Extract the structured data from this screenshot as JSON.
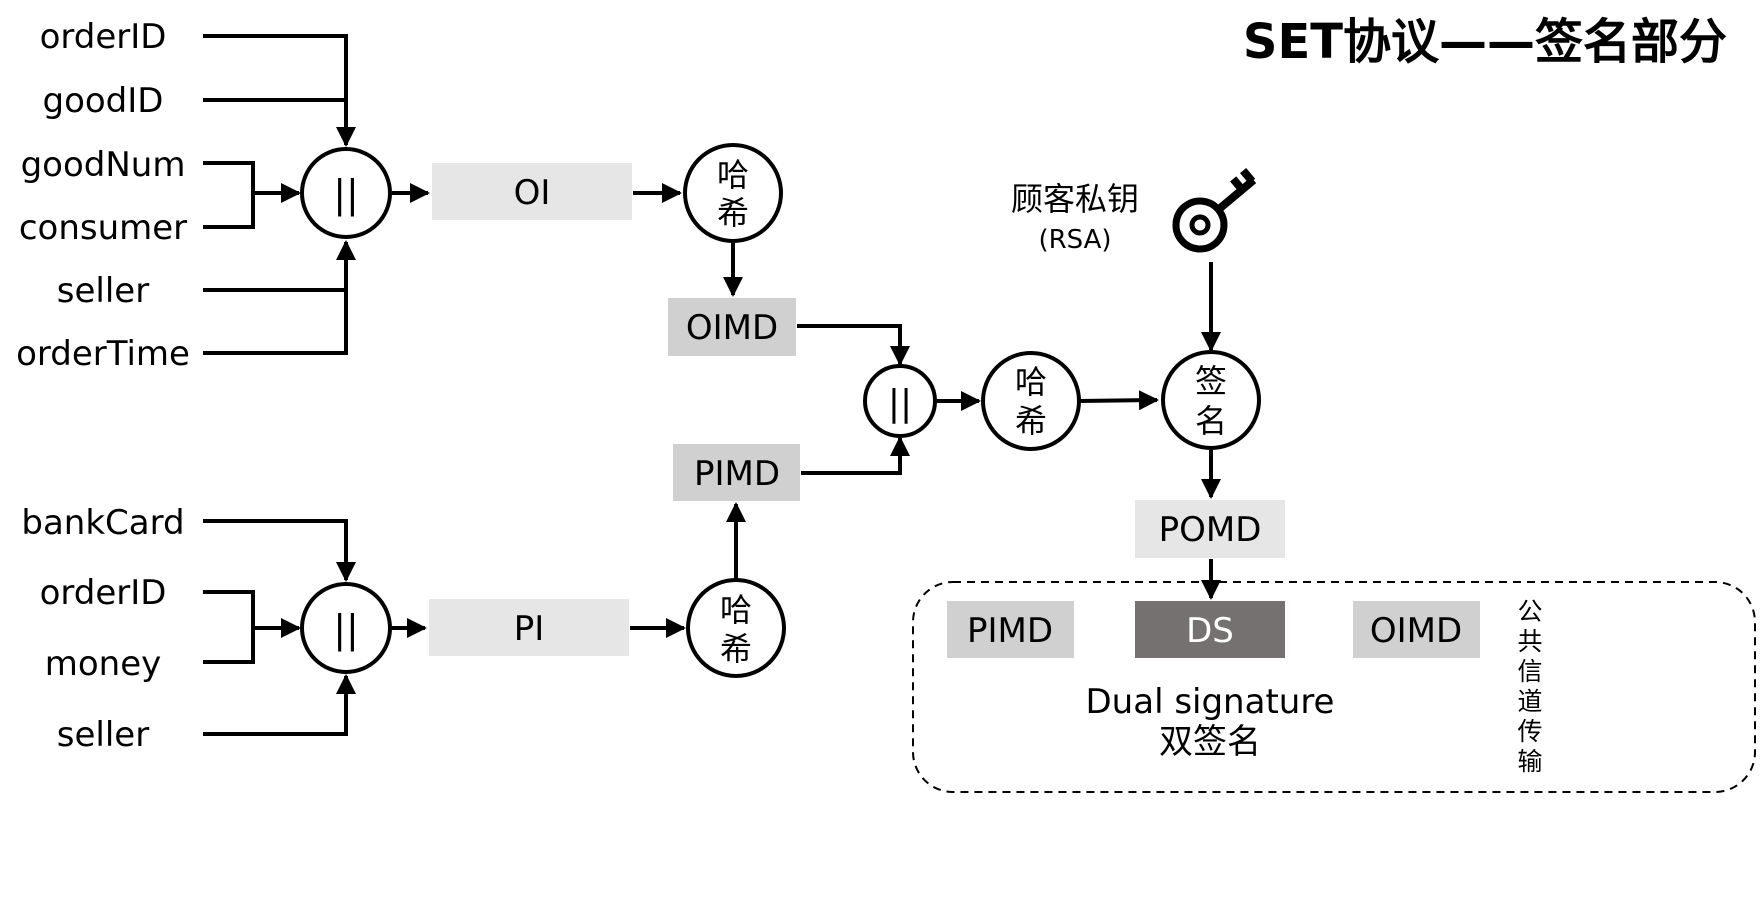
{
  "title": "SET协议——签名部分",
  "inputs_top": [
    "orderID",
    "goodID",
    "goodNum",
    "consumer",
    "seller",
    "orderTime"
  ],
  "inputs_bottom": [
    "bankCard",
    "orderID",
    "money",
    "seller"
  ],
  "concat_symbol": "||",
  "hash_label": [
    "哈",
    "希"
  ],
  "sign_label": [
    "签",
    "名"
  ],
  "boxes": {
    "oi": "OI",
    "pi": "PI",
    "oimd": "OIMD",
    "pimd": "PIMD",
    "pomd": "POMD",
    "ds": "DS",
    "pimd_out": "PIMD",
    "oimd_out": "OIMD"
  },
  "key": {
    "label": "顾客私钥",
    "algo": "(RSA)"
  },
  "dual_signature": {
    "en": "Dual signature",
    "zh": "双签名"
  },
  "channel_label": [
    "公",
    "共",
    "信",
    "道",
    "传",
    "输"
  ],
  "colors": {
    "light_box": "#e6e6e6",
    "mid_box": "#d0d0d0",
    "dark_box": "#767171",
    "ds_text": "#ffffff"
  }
}
